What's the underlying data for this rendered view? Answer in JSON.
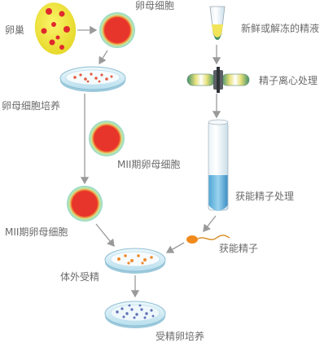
{
  "labels": {
    "ovary": "卵巢",
    "oocyte": "卵母细胞",
    "culture": "卵母细胞培养",
    "mii_upper": "MII期卵母细胞",
    "mii_lower": "MII期卵母细胞",
    "fresh_semen": "新鲜或解冻的精液",
    "centrifuge": "精子离心处理",
    "capacitation": "获能精子处理",
    "capacitated_sperm": "获能精子",
    "ivf": "体外受精",
    "fertilized": "受精卵培养"
  },
  "colors": {
    "ovary_fill": "#f2ea3a",
    "follicle": "#e0292c",
    "cell_red": "#e8352b",
    "cell_halo": "#8fd7cf",
    "dish": "#cfe8f2",
    "tube": "#6fb9df",
    "arrow": "#9a9a9a",
    "sperm": "#f08a1c"
  }
}
